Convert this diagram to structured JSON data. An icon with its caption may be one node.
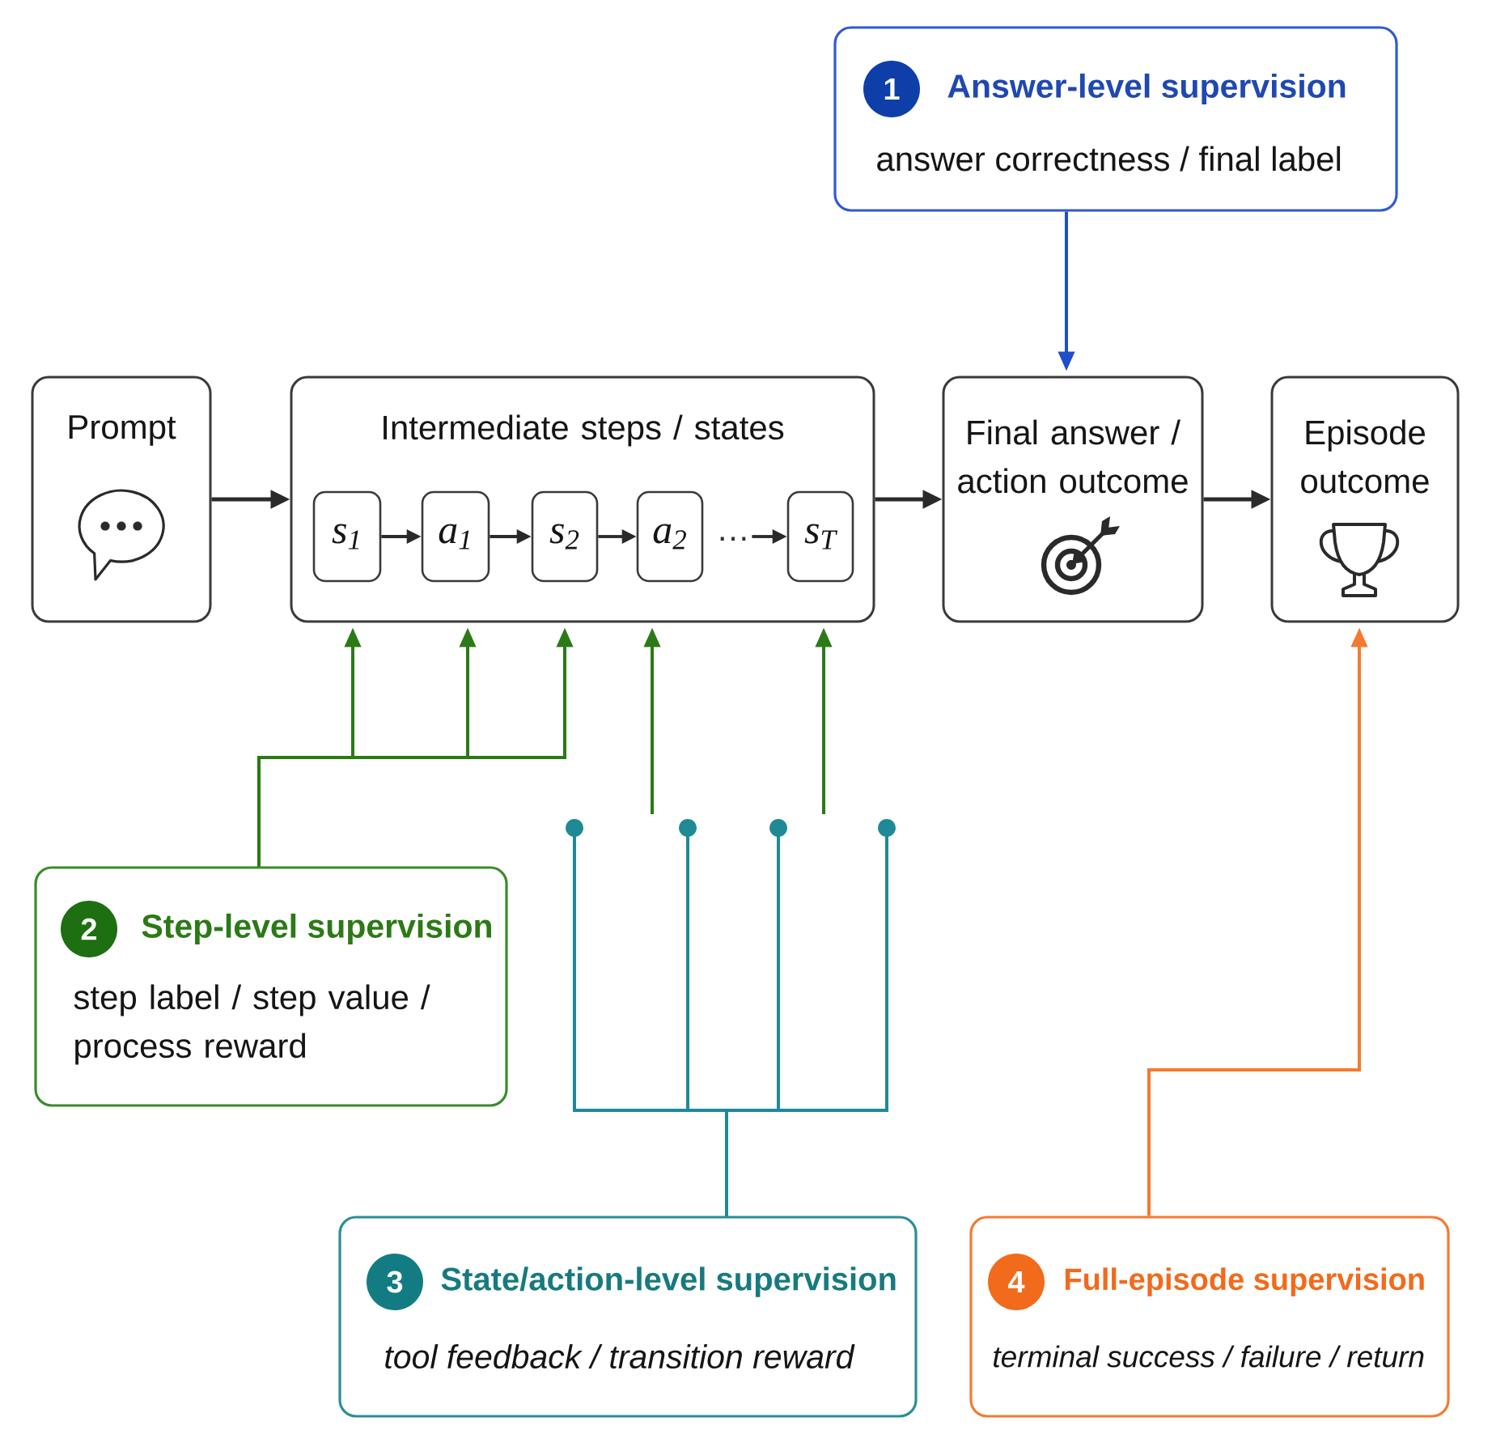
{
  "diagram": {
    "nodes": [
      {
        "text": [
          "Answer-level supervision",
          "answer correctness / final label"
        ]
      },
      {
        "text": [
          "1"
        ],
        "in": 0
      },
      {
        "text": [
          "Prompt"
        ]
      },
      {
        "text": [
          "Intermediate steps / states"
        ]
      },
      {
        "text": [
          "s$_{1}$"
        ],
        "in": 3
      },
      {
        "text": [
          "a$_{1}$"
        ],
        "in": 3
      },
      {
        "text": [
          "s$_{2}$"
        ],
        "in": 3
      },
      {
        "text": [
          "a$_{2}$"
        ],
        "in": 3
      },
      {
        "text": [
          "…"
        ],
        "in": 3
      },
      {
        "text": [
          "s$_{T}$"
        ],
        "in": 3
      },
      {
        "text": [
          "Final answer / action outcome"
        ]
      },
      {
        "text": [
          "Episode outcome"
        ]
      },
      {
        "text": [
          "Step-level supervision",
          "step label / step value / process reward"
        ]
      },
      {
        "text": [
          "2"
        ],
        "in": 12
      },
      {
        "text": [
          "State/action-level supervision",
          "tool feedback / transition reward"
        ]
      },
      {
        "text": [
          "3"
        ],
        "in": 14
      },
      {
        "text": [
          "Full-episode supervision",
          "terminal success / failure / return"
        ]
      },
      {
        "text": [
          "4"
        ],
        "in": 16
      }
    ],
    "edges": [
      {
        "from": 0,
        "to": 10,
        "arrow": "to",
        "color": "#1f4fc8"
      },
      {
        "from": 2,
        "to": 3,
        "arrow": "to"
      },
      {
        "from": 4,
        "to": 5,
        "arrow": "to"
      },
      {
        "from": 5,
        "to": 6,
        "arrow": "to"
      },
      {
        "from": 6,
        "to": 7,
        "arrow": "to"
      },
      {
        "from": 8,
        "to": 9,
        "arrow": "to"
      },
      {
        "from": 3,
        "to": 10,
        "arrow": "to"
      },
      {
        "from": 10,
        "to": 11,
        "arrow": "to"
      },
      {
        "from": 12,
        "to": 3,
        "arrow": "to",
        "color": "#2b7a16"
      },
      {
        "from": 12,
        "to": 3,
        "arrow": "to",
        "color": "#2b7a16"
      },
      {
        "from": 12,
        "to": 3,
        "arrow": "to",
        "color": "#2b7a16"
      },
      {
        "from": null,
        "to": 3,
        "arrow": "to",
        "color": "#2b7a16"
      },
      {
        "from": null,
        "to": 3,
        "arrow": "to",
        "color": "#2b7a16"
      },
      {
        "from": 14,
        "to": null,
        "arrow": "other",
        "color": "#1f8a96"
      },
      {
        "from": 14,
        "to": null,
        "arrow": "other",
        "color": "#1f8a96"
      },
      {
        "from": 14,
        "to": null,
        "arrow": "other",
        "color": "#1f8a96"
      },
      {
        "from": 14,
        "to": null,
        "arrow": "other",
        "color": "#1f8a96"
      },
      {
        "from": 16,
        "to": 11,
        "arrow": "to",
        "color": "#f47a30"
      }
    ]
  }
}
